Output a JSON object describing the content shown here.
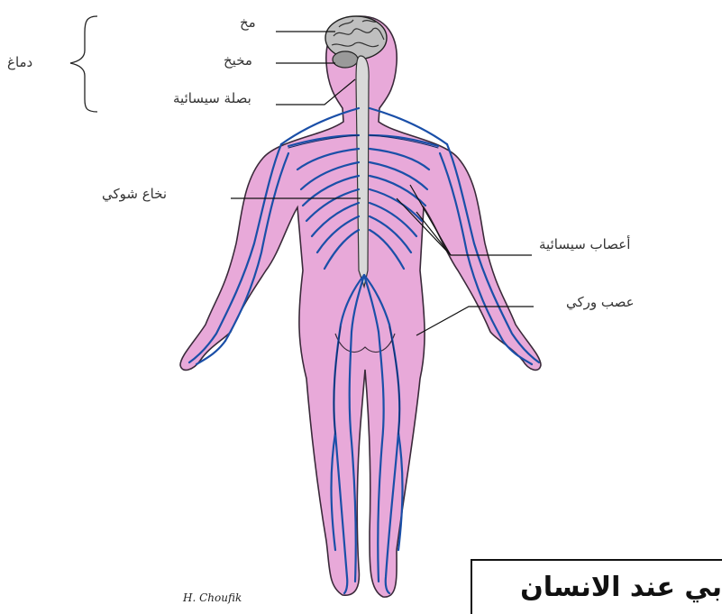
{
  "labels": {
    "brain_group": "دماغ",
    "cerebrum": "مخ",
    "cerebellum": "مخيخ",
    "medulla": "بصلة سيسائية",
    "spinal_cord": "نخاع شوكي",
    "spinal_nerves": "أعصاب سيسائية",
    "sciatic_nerve": "عصب وركي"
  },
  "title": "بي عند الانسان",
  "signature": "H. Choufik",
  "colors": {
    "skin": "#e8a9d9",
    "outline": "#3a2a3a",
    "nerve": "#1a4fa8",
    "nerve_dark": "#0d2a66",
    "spinal_cord": "#d9d9d9",
    "brain": "#bfbfbf"
  }
}
